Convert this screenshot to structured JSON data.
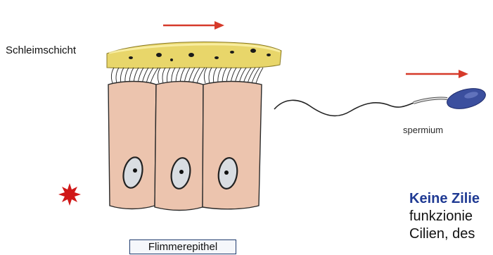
{
  "labels": {
    "mucus_layer": "Schleimschicht",
    "sperm": "spermium",
    "epithelium": "Flimmerepithel"
  },
  "caption": {
    "line1": "Keine Zilie",
    "line2": "funkzionie",
    "line3": "Cilien, des"
  },
  "colors": {
    "mucus": "#e8d66a",
    "cell": "#ecc4ae",
    "arrow": "#d63a2a",
    "sperm_head": "#3b4f9e",
    "star": "#d01818",
    "caption_title": "#1f3a93"
  },
  "icons": {
    "flow_arrow": "arrow-right-icon",
    "marker": "star-burst-icon"
  }
}
